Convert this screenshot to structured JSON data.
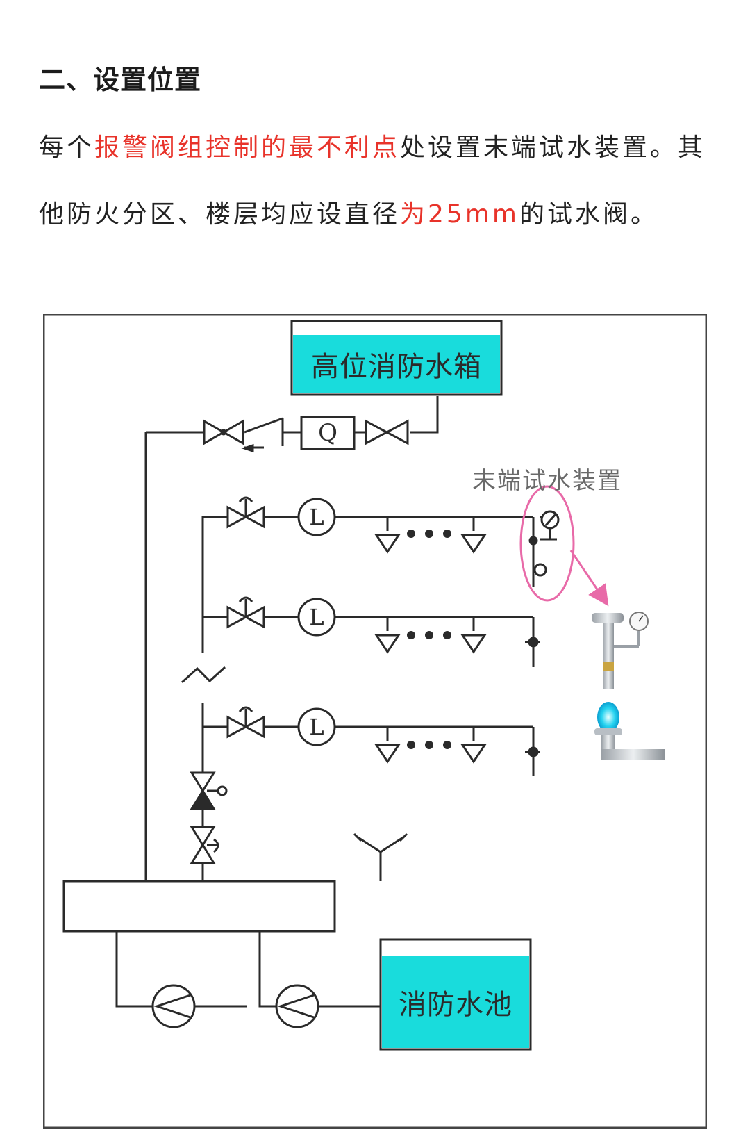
{
  "heading": "二、设置位置",
  "paragraph": {
    "p1": "每个",
    "p2": "报警阀组控制的最不利点",
    "p3": "处设置末端试水装置。其他防火分区、楼层均应设直径",
    "p4": "为25mm",
    "p5": "的试水阀。"
  },
  "diagram": {
    "high_tank_label": "高位消防水箱",
    "flow_switch_label": "Q",
    "end_test_label": "末端试水装置",
    "flow_indicator_label": "L",
    "pool_label": "消防水池"
  },
  "colors": {
    "highlight": "#e8332a",
    "water": "#19dcdc",
    "callout": "#e86aa8",
    "line": "#2a2a2a"
  }
}
